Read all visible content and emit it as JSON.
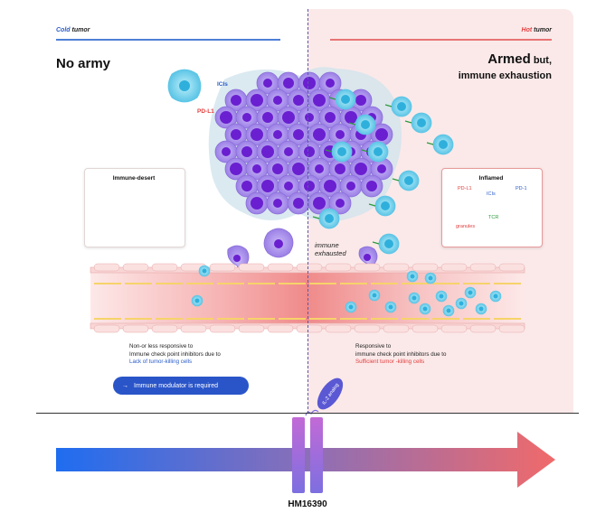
{
  "cold": {
    "header_word": "Cold",
    "header_rest": " tumor",
    "title": "No army",
    "box_label": "Immune-desert",
    "caption_line1": "Non-or less responsive to",
    "caption_line2": "Immune check point inhibitors due to",
    "caption_line3": "Lack of tumor-killing cells",
    "button_arrow": "→",
    "button_label": "Immune modulator is required"
  },
  "hot": {
    "header_word": "Hot",
    "header_rest": " tumor",
    "title_main": "Armed",
    "title_rest": " but,",
    "title_line2": "immune exhaustion",
    "box_label": "Inflamed",
    "box_pdl1": "PD-L1",
    "box_icis": "ICIs",
    "box_pd1": "PD-1",
    "box_tcr": "TCR",
    "box_granules": "granules",
    "caption_line1": "Responsive to",
    "caption_line2": "immune check point inhibitors due to",
    "caption_line3": "Sufficient tumor -killing cells"
  },
  "tumor_labels": {
    "icis": "ICIs",
    "pdl1": "PD-L1",
    "exhausted_line1": "immune",
    "exhausted_line2": "exhausted"
  },
  "drug": {
    "tag": "IL-2 analog",
    "name": "HM16390"
  },
  "colors": {
    "cold_accent": "#2a5cc9",
    "hot_accent": "#e23d3d",
    "tumor_cell": "#9b7fe6",
    "tumor_nucleus": "#6a1fd0",
    "t_cell": "#7fd8f0",
    "arrow_start": "#1f6df0",
    "arrow_end": "#f06a6a"
  }
}
